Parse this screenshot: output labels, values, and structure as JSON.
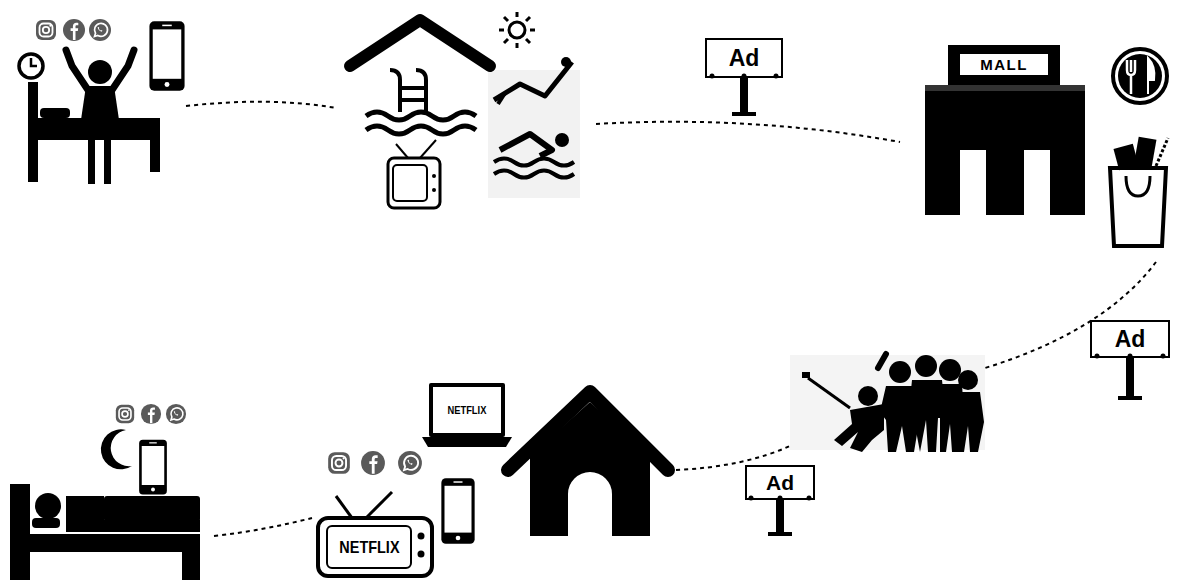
{
  "diagram": {
    "nodes": [
      {
        "text": [
          "Ad"
        ]
      },
      {
        "text": [
          "MALL"
        ]
      },
      {
        "text": [
          "Ad"
        ]
      },
      {
        "text": [
          "NETFLIX"
        ]
      },
      {
        "text": [
          "Ad"
        ]
      },
      {
        "text": [
          "NETFLIX"
        ]
      }
    ]
  }
}
